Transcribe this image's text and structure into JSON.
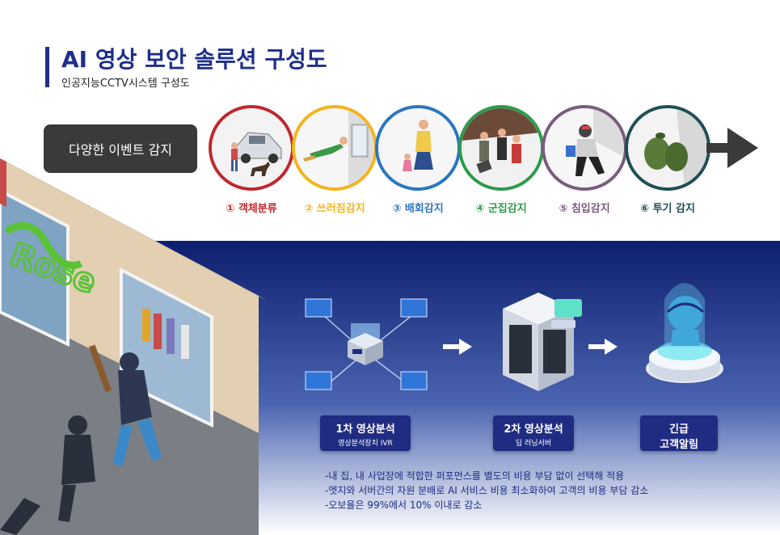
{
  "header": {
    "title": "AI 영상 보안 솔루션 구성도",
    "subtitle": "인공지능CCTV시스템 구성도"
  },
  "events": {
    "pill_label": "다양한 이벤트 감지",
    "items": [
      {
        "label": "① 객체분류",
        "color": "#c0272d"
      },
      {
        "label": "② 쓰러짐감지",
        "color": "#f2b51c"
      },
      {
        "label": "③ 배회감지",
        "color": "#2b76bf"
      },
      {
        "label": "④ 군집감지",
        "color": "#2f9a4b"
      },
      {
        "label": "⑤ 침입감지",
        "color": "#7a5b7e"
      },
      {
        "label": "⑥ 투기 감지",
        "color": "#1e4f55"
      }
    ]
  },
  "flow": {
    "stage1": {
      "title": "1차 영상분석",
      "sub": "영상분석장치 IVR"
    },
    "stage2": {
      "title": "2차 영상분석",
      "sub": "딥 러닝서버"
    },
    "stage3": {
      "title": "긴급",
      "sub": "고객알림"
    }
  },
  "notes": [
    "-내 집, 내 사업장에 적합한 퍼포먼스를 별도의 비용 부담 없이 선택해 적용",
    "-엣지와 서버간의 자원 분배로 AI 서비스 비용 최소화하여 고객의 비용 부담 감소",
    "-오보율은 99%에서 10% 이내로 감소"
  ],
  "illustration": {
    "graffiti": "Rose"
  },
  "colors": {
    "primary": "#1e2f8a",
    "panel_dark": "#0d1f6e",
    "panel_light": "#ffffff"
  }
}
